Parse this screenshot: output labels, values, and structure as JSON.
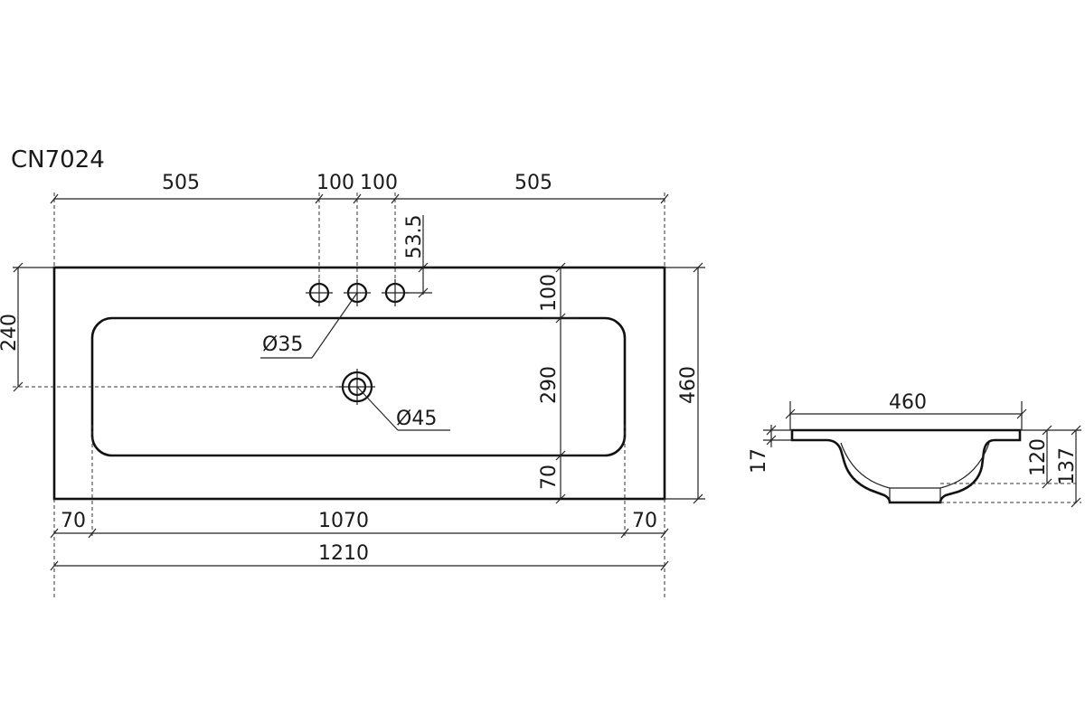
{
  "model": "CN7024",
  "top_view": {
    "top_dims": [
      "505",
      "100",
      "100",
      "505"
    ],
    "tap_offset": "53.5",
    "left_height": "240",
    "right_height": "460",
    "inner_dims": [
      "100",
      "290",
      "70"
    ],
    "hole_small": "Ø35",
    "hole_drain": "Ø45",
    "bottom_dims": [
      "70",
      "1070",
      "70"
    ],
    "overall_width": "1210"
  },
  "side_view": {
    "width": "460",
    "rim": "17",
    "bowl_depth": "120",
    "total_height": "137"
  }
}
